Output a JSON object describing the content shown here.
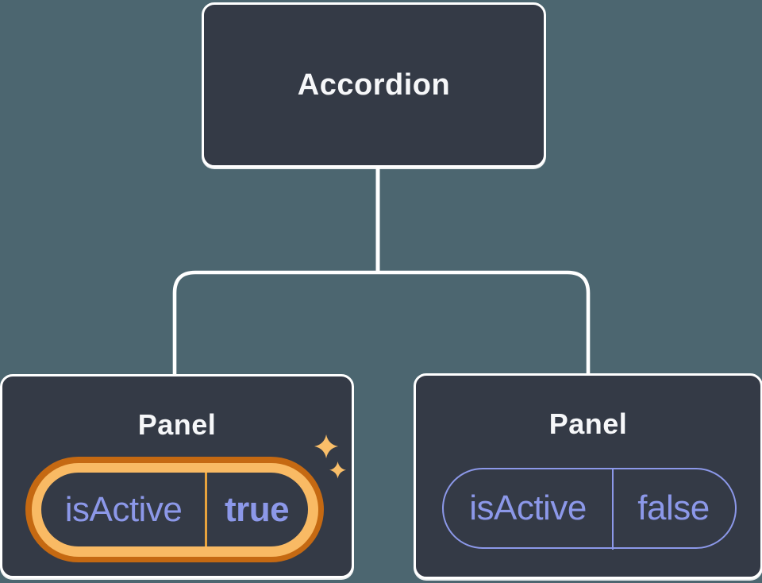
{
  "colors": {
    "background": "#4C6670",
    "box-fill": "#343A46",
    "box-border": "#FFFFFF",
    "connector": "#FFFFFF",
    "title-text": "#F6F7F9",
    "prop-text": "#8C98E9",
    "prop-border": "#8C98E9",
    "highlight-ring-outer": "#C56912",
    "highlight-ring-inner": "#F9BA64",
    "highlight-divider": "#E8A33D",
    "sparkle": "#F9BE69"
  },
  "tree": {
    "root": {
      "label": "Accordion"
    },
    "children": [
      {
        "label": "Panel",
        "prop_name": "isActive",
        "prop_value": "true",
        "highlighted": true
      },
      {
        "label": "Panel",
        "prop_name": "isActive",
        "prop_value": "false",
        "highlighted": false
      }
    ]
  },
  "icons": {
    "sparkle": "four-point-star"
  }
}
